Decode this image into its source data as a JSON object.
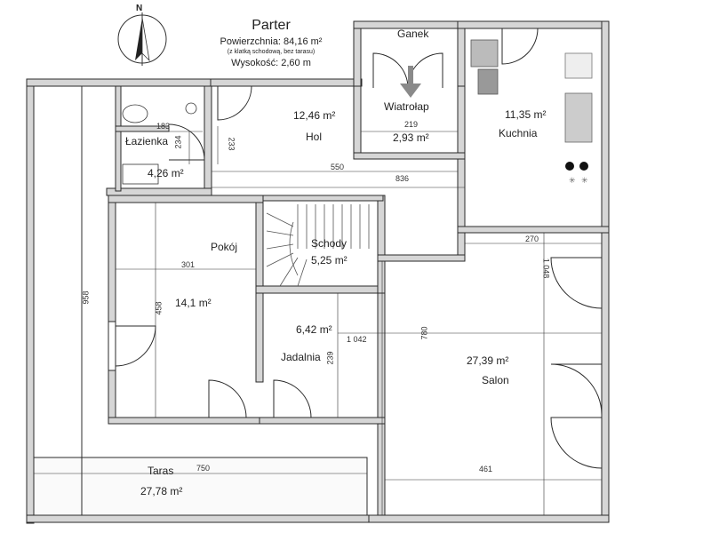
{
  "header": {
    "title": "Parter",
    "area": "Powierzchnia: 84,16 m²",
    "note": "(z klatką schodową, bez tarasu)",
    "height": "Wysokość: 2,60 m"
  },
  "compass": {
    "north": "N"
  },
  "rooms": {
    "ganek": {
      "name": "Ganek"
    },
    "wiatrolap": {
      "name": "Wiatrołap",
      "area": "2,93 m²"
    },
    "hol": {
      "name": "Hol",
      "area": "12,46 m²"
    },
    "lazienka": {
      "name": "Łazienka",
      "area": "4,26 m²"
    },
    "kuchnia": {
      "name": "Kuchnia",
      "area": "11,35 m²"
    },
    "pokoj": {
      "name": "Pokój",
      "area": "14,1 m²"
    },
    "schody": {
      "name": "Schody",
      "area": "5,25 m²"
    },
    "jadalnia": {
      "name": "Jadalnia",
      "area": "6,42 m²"
    },
    "salon": {
      "name": "Salon",
      "area": "27,39 m²"
    },
    "taras": {
      "name": "Taras",
      "area": "27,78 m²"
    }
  },
  "dimensions": {
    "d183": "183",
    "d234": "234",
    "d233": "233",
    "d219": "219",
    "d550": "550",
    "d836": "836",
    "d270": "270",
    "d1048": "1 048",
    "d301": "301",
    "d458": "458",
    "d958": "958",
    "d1042": "1 042",
    "d780": "780",
    "d239": "239",
    "d750": "750",
    "d461": "461"
  },
  "colors": {
    "wall": "#cfcfcf",
    "line": "#2a2a2a",
    "arrow": "#8a8a8a"
  }
}
